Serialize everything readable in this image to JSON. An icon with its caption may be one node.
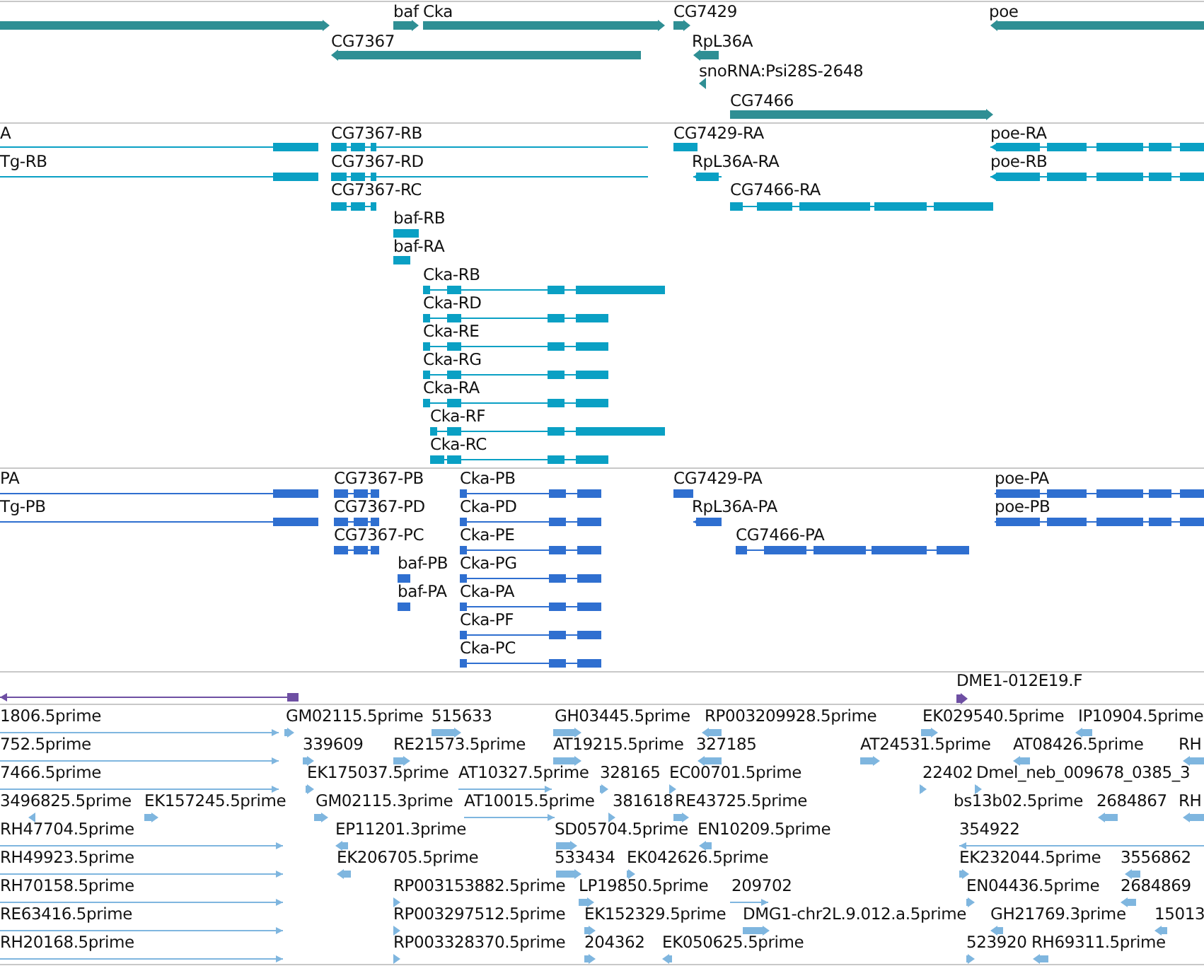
{
  "diagram": {
    "labels": [
      "baf",
      "Cka",
      "CG7429",
      "poe",
      "CG7367",
      "RpL36A",
      "snoRNA:Psi28S-2648",
      "CG7466",
      "A",
      "CG7367-RB",
      "CG7429-RA",
      "poe-RA",
      "Tg-RB",
      "CG7367-RD",
      "RpL36A-RA",
      "poe-RB",
      "CG7367-RC",
      "CG7466-RA",
      "baf-RB",
      "baf-RA",
      "Cka-RB",
      "Cka-RD",
      "Cka-RE",
      "Cka-RG",
      "Cka-RA",
      "Cka-RF",
      "Cka-RC",
      "PA",
      "CG7367-PB",
      "Cka-PB",
      "CG7429-PA",
      "poe-PA",
      "Tg-PB",
      "CG7367-PD",
      "Cka-PD",
      "RpL36A-PA",
      "poe-PB",
      "CG7367-PC",
      "Cka-PE",
      "CG7466-PA",
      "baf-PB",
      "Cka-PG",
      "baf-PA",
      "Cka-PA",
      "Cka-PF",
      "Cka-PC",
      "DME1-012E19.F",
      "1806.5prime",
      "GM02115.5prime",
      "515633",
      "GH03445.5prime",
      "RP003209928.5prime",
      "EK029540.5prime",
      "IP10904.5prime",
      "752.5prime",
      "339609",
      "RE21573.5prime",
      "AT19215.5prime",
      "327185",
      "AT24531.5prime",
      "AT08426.5prime",
      "RH",
      "7466.5prime",
      "EK175037.5prime",
      "AT10327.5prime",
      "328165",
      "EC00701.5prime",
      "22402",
      "Dmel_neb_009678_0385_3",
      "3496825.5prime",
      "EK157245.5prime",
      "GM02115.3prime",
      "AT10015.5prime",
      "381618",
      "RE43725.5prime",
      "bs13b02.5prime",
      "2684867",
      "RH",
      "RH47704.5prime",
      "EP11201.3prime",
      "SD05704.5prime",
      "EN10209.5prime",
      "354922",
      "RH49923.5prime",
      "EK206705.5prime",
      "533434",
      "EK042626.5prime",
      "EK232044.5prime",
      "3556862",
      "RH70158.5prime",
      "RP003153882.5prime",
      "LP19850.5prime",
      "209702",
      "EN04436.5prime",
      "2684869",
      "RE63416.5prime",
      "RP003297512.5prime",
      "EK152329.5prime",
      "DMG1-chr2L.9.012.a.5prime",
      "GH21769.3prime",
      "15013",
      "RH20168.5prime",
      "RP003328370.5prime",
      "204362",
      "EK050625.5prime",
      "523920",
      "RH69311.5prime"
    ]
  }
}
